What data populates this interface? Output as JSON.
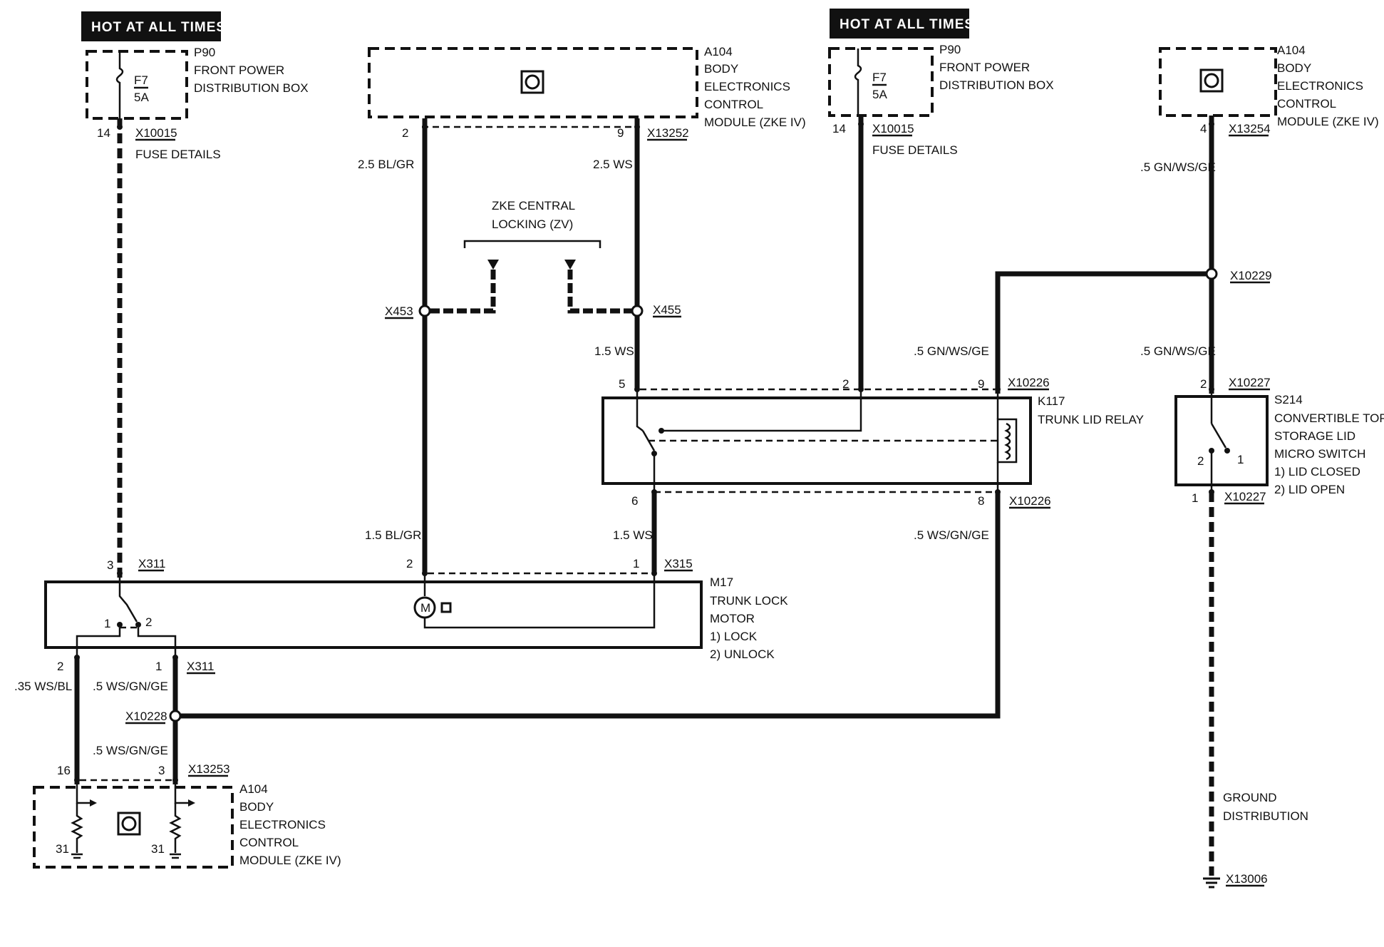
{
  "hot_labels": [
    "HOT AT ALL TIMES",
    "HOT AT ALL TIMES"
  ],
  "components": {
    "fuse_left": {
      "id": "P90",
      "line1": "FRONT POWER",
      "line2": "DISTRIBUTION BOX",
      "fuse": "F7",
      "amps": "5A",
      "pin": "14",
      "connector": "X10015",
      "note": "FUSE DETAILS"
    },
    "fuse_right": {
      "id": "P90",
      "line1": "FRONT POWER",
      "line2": "DISTRIBUTION BOX",
      "fuse": "F7",
      "amps": "5A",
      "pin": "14",
      "connector": "X10015",
      "note": "FUSE DETAILS"
    },
    "zke_top": {
      "id": "A104",
      "line1": "BODY",
      "line2": "ELECTRONICS",
      "line3": "CONTROL",
      "line4": "MODULE (ZKE IV)",
      "pin_left": "2",
      "pin_right": "9",
      "connector": "X13252"
    },
    "zke_right": {
      "id": "A104",
      "line1": "BODY",
      "line2": "ELECTRONICS",
      "line3": "CONTROL",
      "line4": "MODULE (ZKE IV)",
      "pin": "4",
      "connector": "X13254"
    },
    "zke_bottom": {
      "id": "A104",
      "line1": "BODY",
      "line2": "ELECTRONICS",
      "line3": "CONTROL",
      "line4": "MODULE (ZKE IV)",
      "pin_left": "16",
      "pin_right": "3",
      "connector": "X13253",
      "ground_left": "31",
      "ground_right": "31"
    },
    "zv": {
      "line1": "ZKE CENTRAL",
      "line2": "LOCKING (ZV)",
      "conn_left": "X453",
      "conn_right": "X455"
    },
    "relay": {
      "id": "K117",
      "name": "TRUNK LID RELAY",
      "pin5": "5",
      "pin2": "2",
      "pin9": "9",
      "pin6": "6",
      "pin8": "8",
      "conn_top": "X10226",
      "conn_bottom": "X10226"
    },
    "switch": {
      "id": "S214",
      "line1": "CONVERTIBLE TOP",
      "line2": "STORAGE LID",
      "line3": "MICRO SWITCH",
      "opt1": "1)   LID CLOSED",
      "opt2": "2)   LID OPEN",
      "pin_top": "2",
      "conn_top": "X10227",
      "pin_bottom": "1",
      "conn_bottom": "X10227",
      "sw1": "1",
      "sw2": "2"
    },
    "motor": {
      "id": "M17",
      "line1": "TRUNK LOCK",
      "line2": "MOTOR",
      "opt1": "1)   LOCK",
      "opt2": "2)   UNLOCK",
      "pin2": "2",
      "pin1": "1",
      "connector": "X315",
      "sw1": "1",
      "sw2": "2",
      "symbol": "M"
    },
    "x311_top": {
      "pin": "3",
      "connector": "X311"
    },
    "x311_bottom": {
      "pin_left": "2",
      "pin_right": "1",
      "connector": "X311"
    },
    "splice_left": "X10228",
    "splice_right": "X10229",
    "ground": {
      "line1": "GROUND",
      "line2": "DISTRIBUTION",
      "connector": "X13006"
    }
  },
  "wires": {
    "w_top_left": "2.5 BL/GR",
    "w_top_right": "2.5 WS",
    "w_mid_right": "1.5 WS",
    "w_motor_left": "1.5 BL/GR",
    "w_motor_right": "1.5 WS",
    "w_relay9": ".5 GN/WS/GE",
    "w_relay8": ".5 WS/GN/GE",
    "w_zke_right_top": ".5 GN/WS/GE",
    "w_switch_top": ".5 GN/WS/GE",
    "w_bottom_left": ".35 WS/BL",
    "w_bottom_right1": ".5 WS/GN/GE",
    "w_bottom_right2": ".5 WS/GN/GE"
  }
}
